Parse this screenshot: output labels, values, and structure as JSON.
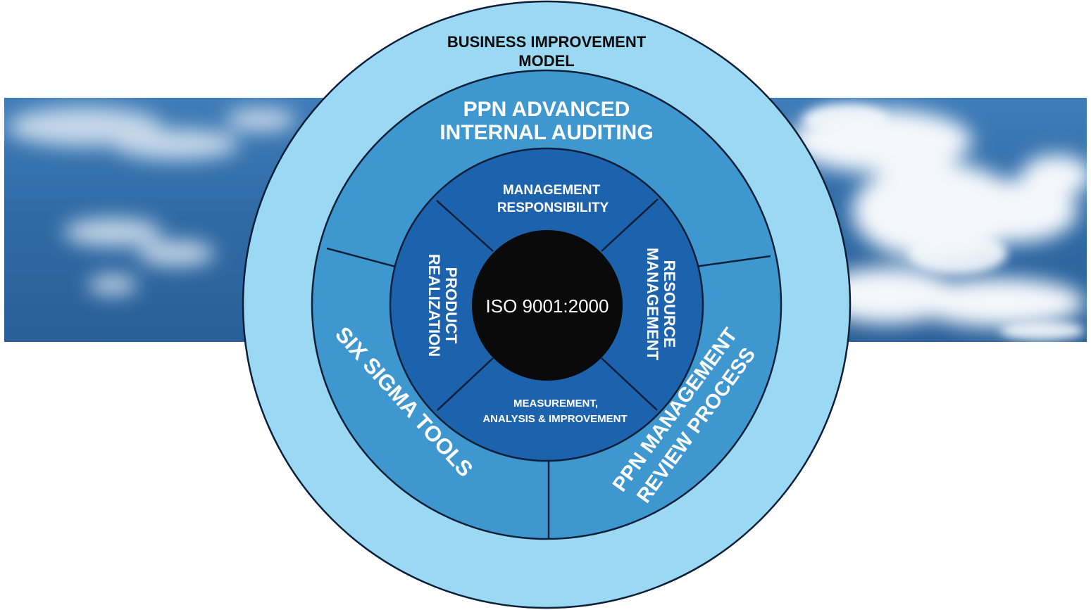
{
  "diagram": {
    "outer_ring": {
      "title_line1": "BUSINESS IMPROVEMENT",
      "title_line2": "MODEL"
    },
    "middle_ring": {
      "top_line1": "PPN ADVANCED",
      "top_line2": "INTERNAL AUDITING",
      "left_label": "SIX SIGMA TOOLS",
      "right_line1": "PPN MANAGEMENT",
      "right_line2": "REVIEW PROCESS"
    },
    "inner_ring": {
      "top_line1": "MANAGEMENT",
      "top_line2": "RESPONSIBILITY",
      "right_line1": "RESOURCE",
      "right_line2": "MANAGEMENT",
      "bottom_line1": "MEASUREMENT,",
      "bottom_line2": "ANALYSIS & IMPROVEMENT",
      "left_line1": "PRODUCT",
      "left_line2": "REALIZATION"
    },
    "core": {
      "label": "ISO 9001:2000"
    }
  },
  "colors": {
    "outer_ring": "#9ad8f3",
    "middle_ring": "#3f97d0",
    "inner_ring": "#1d62ad",
    "core": "#0a0a0a",
    "sky_band": "#2e6aa6",
    "outline": "#0b1f38",
    "dark_text": "#0b0b0b",
    "light_text": "#ffffff"
  }
}
